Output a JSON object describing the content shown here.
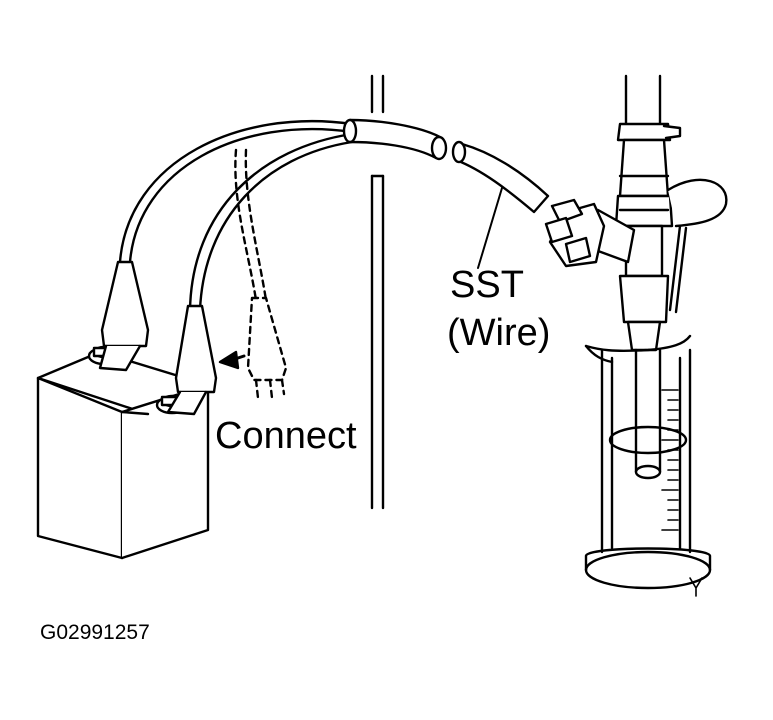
{
  "labels": {
    "sst": "SST",
    "wire": "(Wire)",
    "connect": "Connect",
    "figure_code": "G02991257"
  },
  "colors": {
    "line": "#000000",
    "fill": "#ffffff"
  }
}
